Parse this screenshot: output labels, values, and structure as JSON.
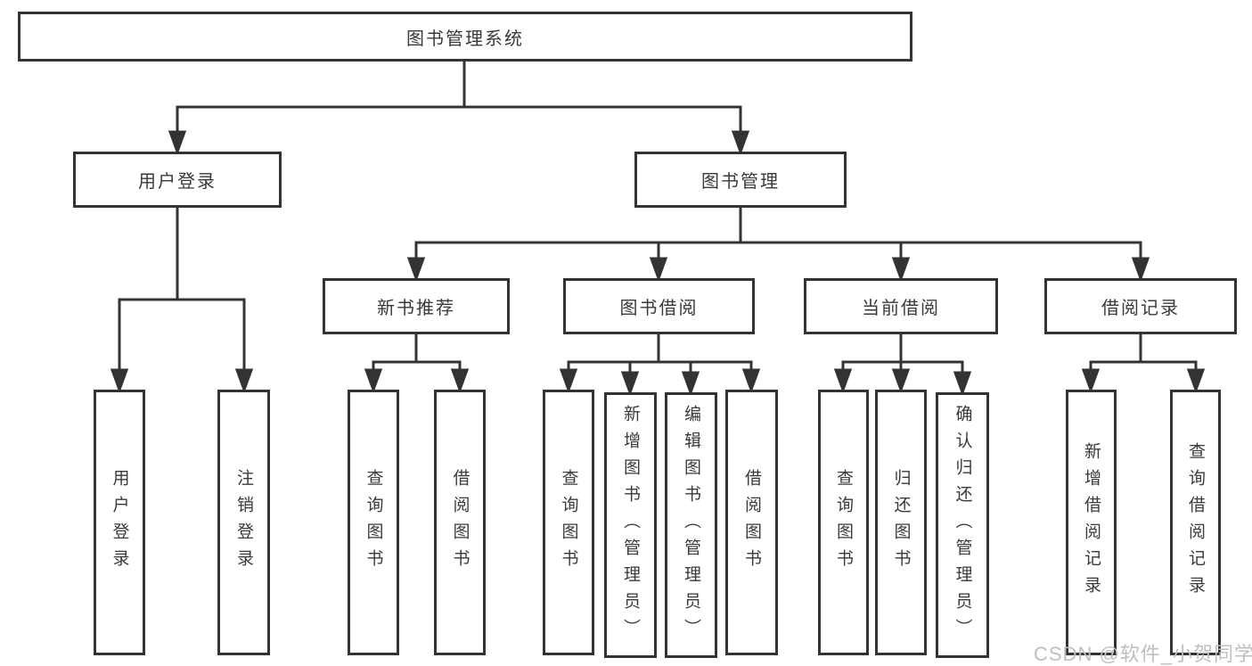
{
  "colors": {
    "line": "#333333",
    "box_border": "#333333",
    "text": "#3a3a3a",
    "background": "#ffffff",
    "watermark": "#bfbfbf"
  },
  "watermark": {
    "text": "CSDN @软件_小贺同学"
  },
  "tree": {
    "label": "图书管理系统",
    "children": [
      {
        "label": "用户登录",
        "children": [
          {
            "label": "用户登录"
          },
          {
            "label": "注销登录"
          }
        ]
      },
      {
        "label": "图书管理",
        "children": [
          {
            "label": "新书推荐",
            "children": [
              {
                "label": "查询图书"
              },
              {
                "label": "借阅图书"
              }
            ]
          },
          {
            "label": "图书借阅",
            "children": [
              {
                "label": "查询图书"
              },
              {
                "label": "新增图书（管理员）"
              },
              {
                "label": "编辑图书（管理员）"
              },
              {
                "label": "借阅图书"
              }
            ]
          },
          {
            "label": "当前借阅",
            "children": [
              {
                "label": "查询图书"
              },
              {
                "label": "归还图书"
              },
              {
                "label": "确认归还（管理员）"
              }
            ]
          },
          {
            "label": "借阅记录",
            "children": [
              {
                "label": "新增借阅记录"
              },
              {
                "label": "查询借阅记录"
              }
            ]
          }
        ]
      }
    ]
  }
}
